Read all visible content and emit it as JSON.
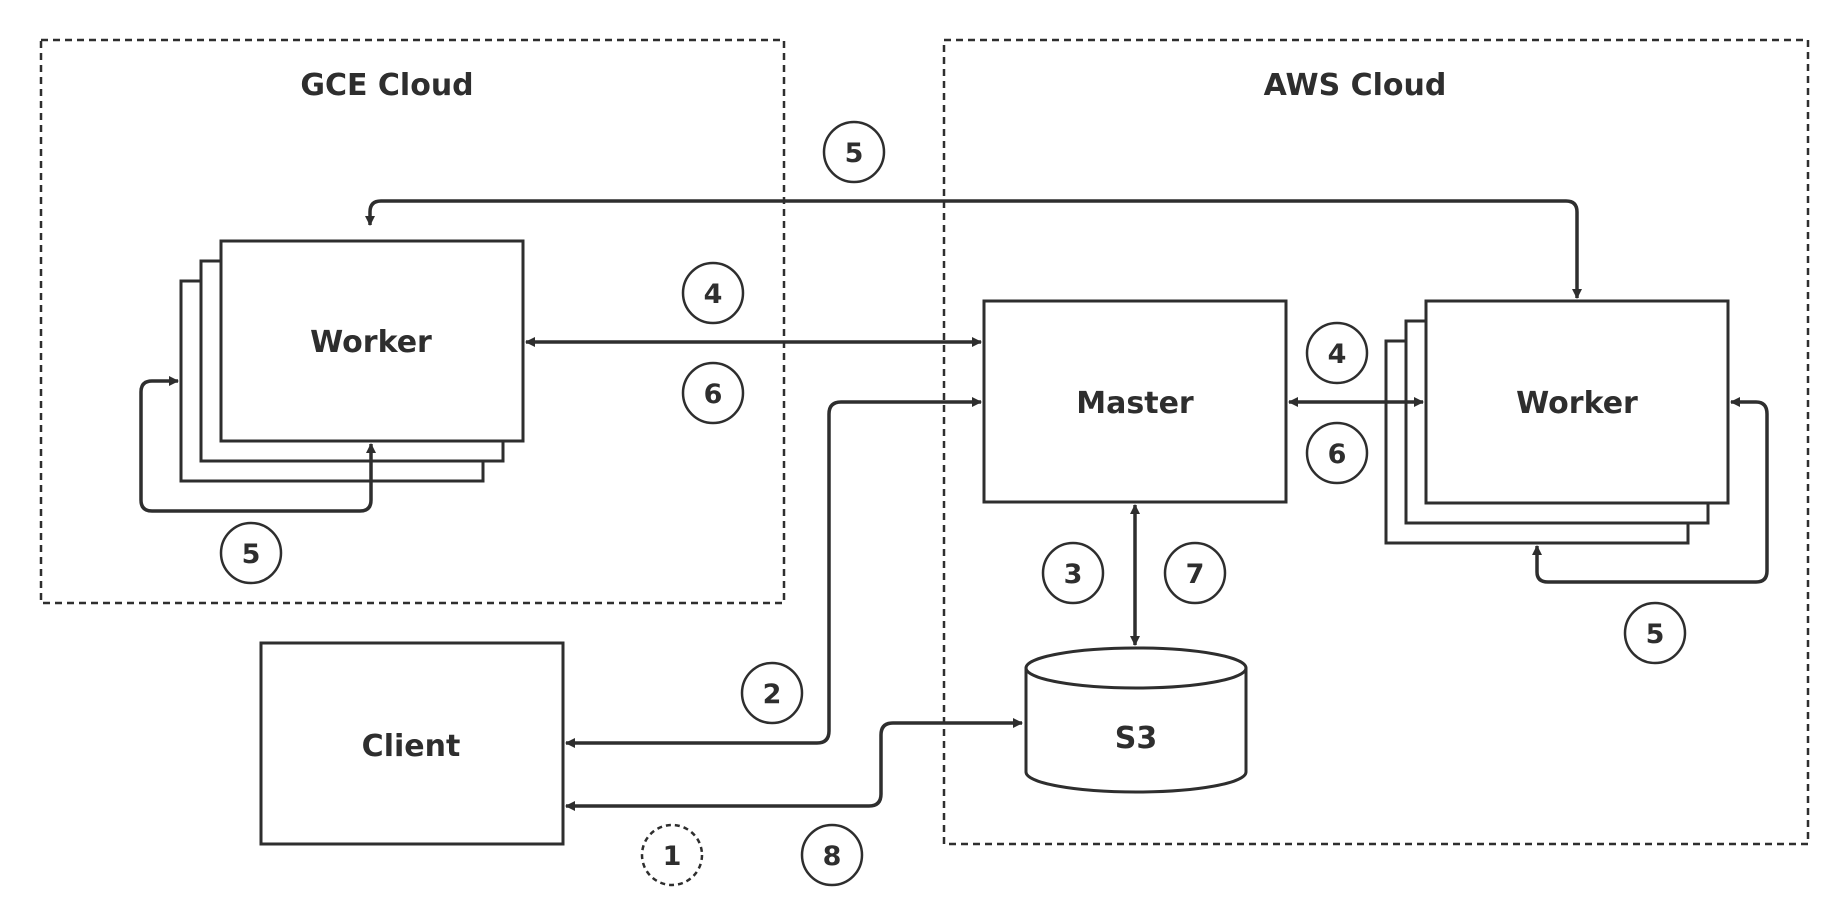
{
  "zones": {
    "gce": "GCE Cloud",
    "aws": "AWS Cloud"
  },
  "nodes": {
    "gce_worker": "Worker",
    "master": "Master",
    "aws_worker": "Worker",
    "client": "Client",
    "s3": "S3"
  },
  "steps": {
    "top_5": "5",
    "gce_4": "4",
    "gce_6": "6",
    "gce_self_5": "5",
    "aws_4": "4",
    "aws_6": "6",
    "s3_3": "3",
    "s3_7": "7",
    "aws_self_5": "5",
    "client_2": "2",
    "client_1": "1",
    "client_8": "8"
  },
  "colors": {
    "stroke": "#2e2e2e",
    "background": "#ffffff"
  }
}
